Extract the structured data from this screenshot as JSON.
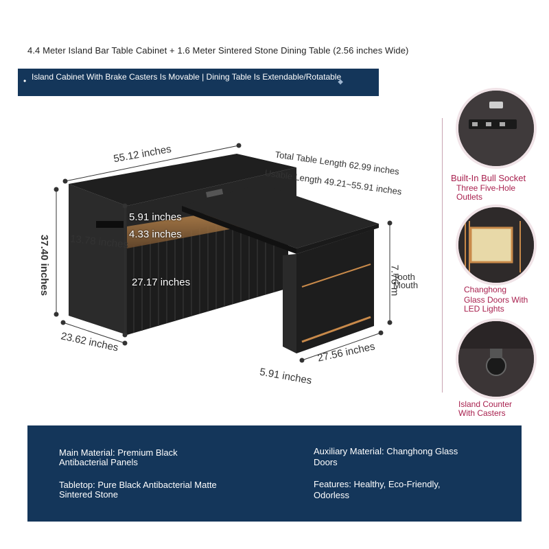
{
  "header": {
    "title": "4.4 Meter Island Bar Table Cabinet + 1.6 Meter Sintered Stone Dining Table (2.56 inches Wide)",
    "banner_text": "Island Cabinet With Brake Casters Is Movable | Dining Table Is Extendable/Rotatable"
  },
  "dimensions": {
    "width_top": "55.12 inches",
    "total_length": "Total Table Length 62.99 inches",
    "usable_length": "Usable Length 49.21~55.91 inches",
    "height": "37.40 inches",
    "shelf_gap": "5.91 inches",
    "shelf_thick": "4.33 inches",
    "depth_inner": "13.78 inches",
    "lower_height": "27.17 inches",
    "table_height": "7.76 m",
    "tooth_mouth": "Tooth Mouth",
    "depth_base": "23.62 inches",
    "base_gap": "5.91 inches",
    "table_depth": "27.56 inches"
  },
  "features": [
    {
      "title": "Built-In Bull Socket",
      "desc": "Three Five-Hole Outlets"
    },
    {
      "title": "Changhong",
      "desc": "Glass Doors With LED Lights"
    },
    {
      "title": "Island Counter",
      "desc": "With Casters"
    }
  ],
  "specs": [
    {
      "text": "Main Material: Premium Black Antibacterial Panels"
    },
    {
      "text": "Auxiliary Material: Changhong Glass Doors"
    },
    {
      "text": "Tabletop: Pure Black Antibacterial Matte Sintered Stone"
    },
    {
      "text": "Features: Healthy, Eco-Friendly, Odorless"
    }
  ],
  "colors": {
    "navy": "#14365a",
    "accent_magenta": "#a8204e",
    "cabinet_black": "#2a2a2a",
    "led_amber": "#c98a4a"
  }
}
